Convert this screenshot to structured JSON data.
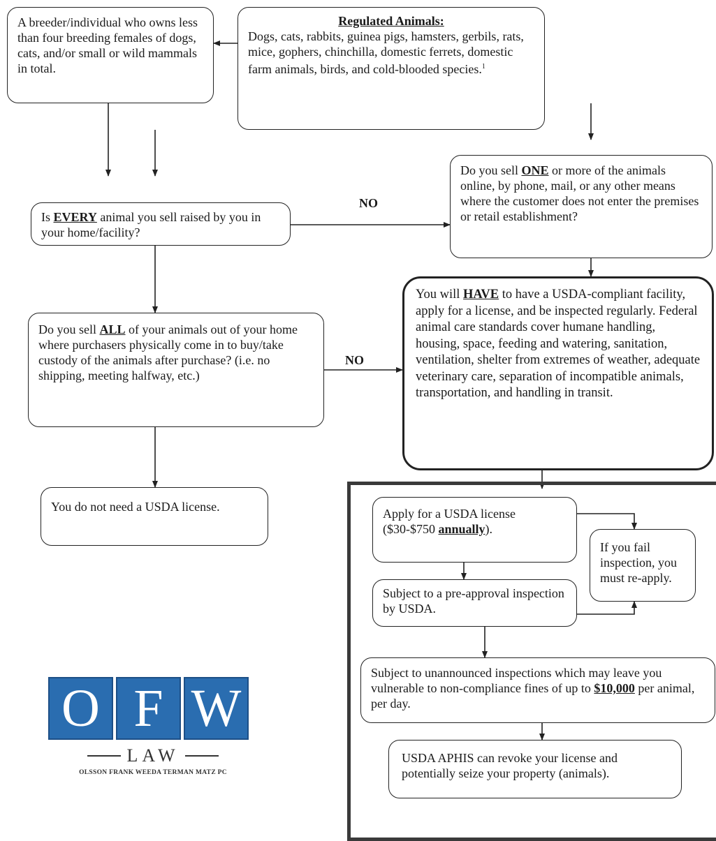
{
  "small_breeder_box": {
    "text": "A breeder/individual who owns less than four breeding females of dogs, cats, and/or small or wild mammals in total."
  },
  "regulated_box": {
    "title": "Regulated Animals:",
    "text": "Dogs, cats, rabbits, guinea pigs, hamsters, gerbils, rats, mice, gophers, chinchilla, domestic ferrets, domestic farm animals, birds, and cold-blooded species.",
    "footnote": "1"
  },
  "every_box": {
    "pre": "Is ",
    "emph": "EVERY",
    "post": " animal you sell raised by you in your home/facility?"
  },
  "one_box": {
    "pre": "Do you sell ",
    "emph": "ONE",
    "post": " or more of the animals online, by phone, mail, or any other means where the customer does not enter the premises or retail establishment?"
  },
  "all_box": {
    "pre": "Do you sell ",
    "emph": "ALL",
    "post": " of your animals out of your home where purchasers physically come in to buy/take custody of the animals after purchase? (i.e. no shipping, meeting halfway, etc.)"
  },
  "have_box": {
    "pre": "You will ",
    "emph": "HAVE",
    "post": " to have a USDA-compliant facility, apply for a license, and be inspected regularly. Federal animal care standards cover humane handling, housing, space, feeding and watering, sanitation, ventilation, shelter from extremes of weather, adequate veterinary care, separation of incompatible animals, transportation, and handling in transit."
  },
  "no_license_box": {
    "text": "You do not need a USDA license."
  },
  "apply_box": {
    "pre": "Apply for a USDA license ($30-$750 ",
    "emph": "annually",
    "post": ")."
  },
  "fail_box": {
    "text": "If you fail inspection, you must re-apply."
  },
  "preapproval_box": {
    "text": "Subject to a pre-approval inspection by USDA."
  },
  "unannounced_box": {
    "pre": "Subject to unannounced inspections which may leave you vulnerable to non-compliance fines of up to ",
    "emph": "$10,000",
    "post": " per animal, per day."
  },
  "revoke_box": {
    "text": "USDA APHIS can revoke your license and potentially seize your property (animals)."
  },
  "edge_labels": {
    "no_top": "NO",
    "no_mid": "NO"
  },
  "logo": {
    "letters": [
      "O",
      "F",
      "W"
    ],
    "law": "LAW",
    "firm": "OLSSON FRANK WEEDA TERMAN MATZ PC",
    "color": "#2a6db0"
  }
}
